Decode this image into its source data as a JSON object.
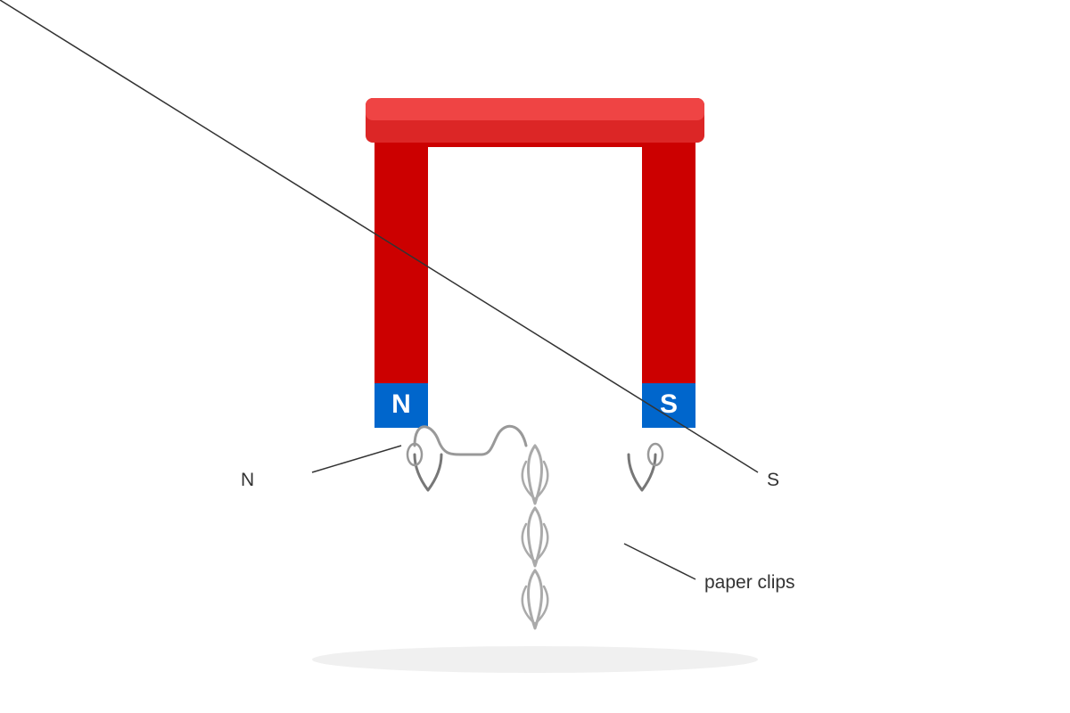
{
  "colors": {
    "magnet_red": "#cc0000",
    "magnet_top": "#dc2626",
    "magnet_top_highlight": "#ef4444",
    "pole_blue": "#0066cc",
    "clip_dark": "#777777",
    "clip_light": "#aaaaaa",
    "leader_line": "#333333",
    "shadow": "#f0f0f0"
  },
  "magnet": {
    "north_pole_letter": "N",
    "south_pole_letter": "S"
  },
  "labels": {
    "north": "N",
    "south": "S",
    "paper_clips": "paper clips"
  }
}
